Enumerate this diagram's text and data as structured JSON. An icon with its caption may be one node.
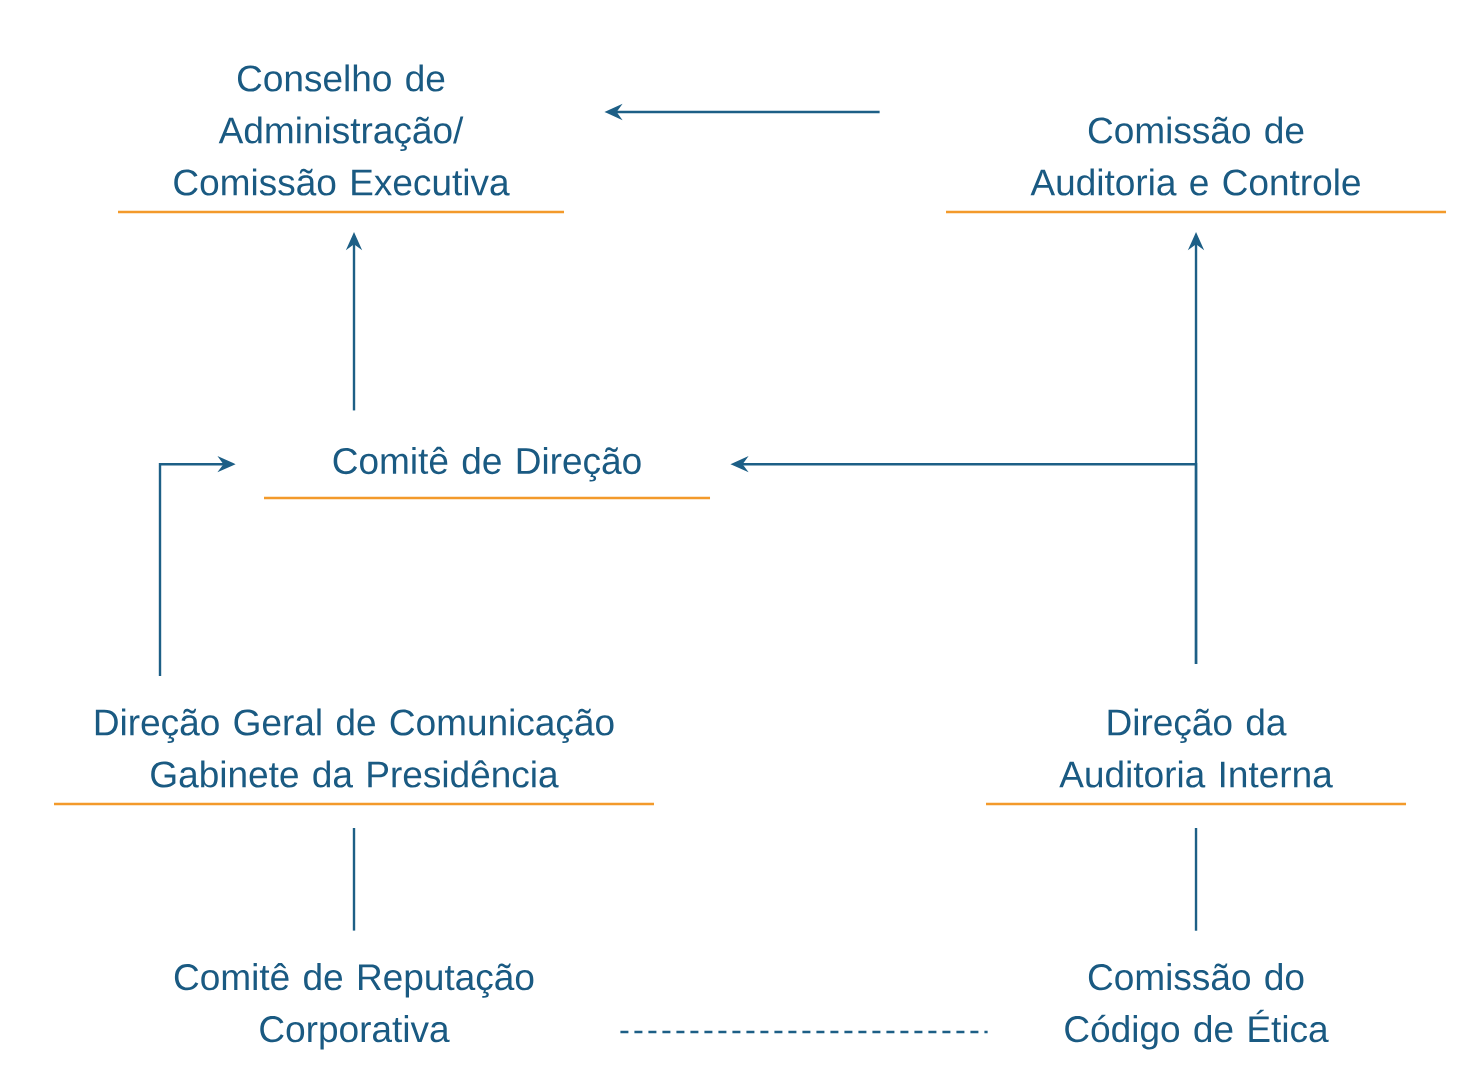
{
  "diagram": {
    "nodes": [
      {
        "text": [
          "Conselho de Administração/ Comissão Executiva"
        ]
      },
      {
        "text": [
          "Comissão de Auditoria e Controle"
        ]
      },
      {
        "text": [
          "Comitê de Direção"
        ]
      },
      {
        "text": [
          "Direção Geral de Comunicação Gabinete da Presidência"
        ]
      },
      {
        "text": [
          "Direção da Auditoria Interna"
        ]
      },
      {
        "text": [
          "Comitê de Reputação Corporativa"
        ]
      },
      {
        "text": [
          "Comissão do Código de Ética"
        ]
      }
    ],
    "edges": [
      {
        "from": 1,
        "to": 0,
        "arrow": "to"
      },
      {
        "from": 2,
        "to": 0,
        "arrow": "to"
      },
      {
        "from": 3,
        "to": 2,
        "arrow": "to"
      },
      {
        "from": 4,
        "to": 1,
        "arrow": "to"
      },
      {
        "from": 4,
        "to": 2,
        "arrow": "to"
      },
      {
        "from": 5,
        "to": 3,
        "arrow": "none"
      },
      {
        "from": 6,
        "to": 4,
        "arrow": "none"
      },
      {
        "from": 5,
        "to": 6,
        "arrow": "none",
        "style": "dashed"
      }
    ]
  }
}
